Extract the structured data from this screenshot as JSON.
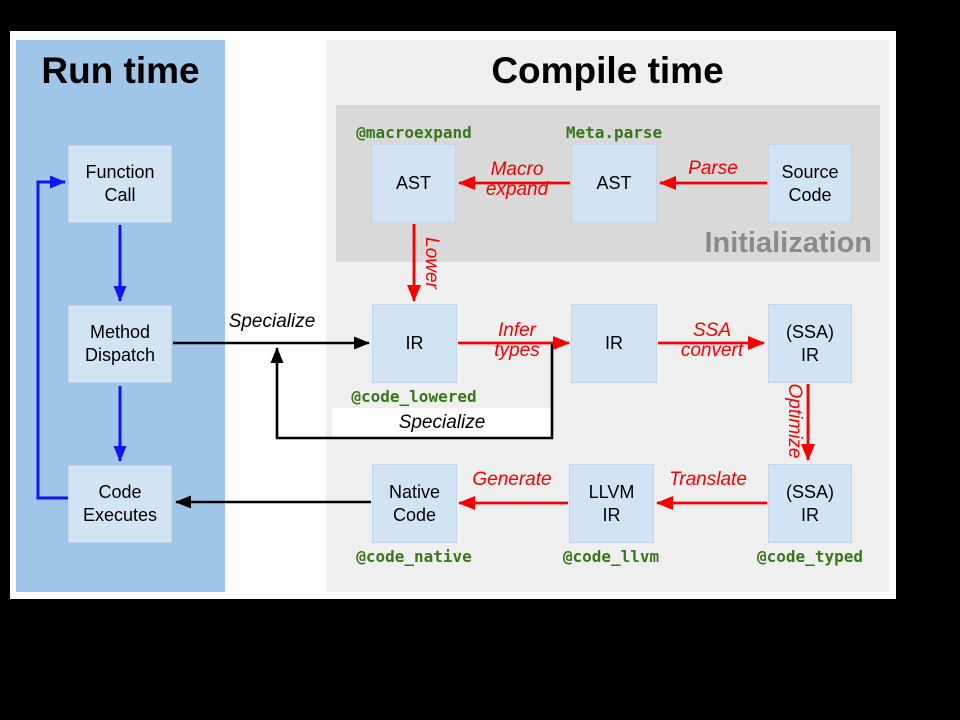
{
  "titles": {
    "runtime": "Run time",
    "compile": "Compile time",
    "initialization": "Initialization"
  },
  "boxes": {
    "function_call": "Function\nCall",
    "method_dispatch": "Method\nDispatch",
    "code_executes": "Code\nExecutes",
    "ast_expanded": "AST",
    "ast_parsed": "AST",
    "source_code": "Source\nCode",
    "ir_lowered": "IR",
    "ir_inferred": "IR",
    "ssa_ir_typed": "(SSA)\nIR",
    "native_code": "Native\nCode",
    "llvm_ir": "LLVM\nIR",
    "ssa_ir_optimized": "(SSA)\nIR"
  },
  "api_labels": {
    "macroexpand": "@macroexpand",
    "meta_parse": "Meta.parse",
    "code_lowered": "@code_lowered",
    "code_native": "@code_native",
    "code_llvm": "@code_llvm",
    "code_typed": "@code_typed"
  },
  "edge_labels": {
    "parse": "Parse",
    "macro_expand": "Macro\nexpand",
    "lower": "Lower",
    "infer_types": "Infer\ntypes",
    "ssa_convert": "SSA\nconvert",
    "optimize": "Optimize",
    "translate": "Translate",
    "generate": "Generate",
    "specialize_top": "Specialize",
    "specialize_loop": "Specialize"
  },
  "colors": {
    "panel_blue": "#9fc5e8",
    "panel_gray": "#efefef",
    "panel_dark": "#d9d9d9",
    "box_fill": "#d2e4f4",
    "box_border": "#c2d6ea",
    "green": "#38761d",
    "red": "#f60000",
    "blue_arrow": "#1414f0",
    "init_text": "#8a8a8a"
  }
}
